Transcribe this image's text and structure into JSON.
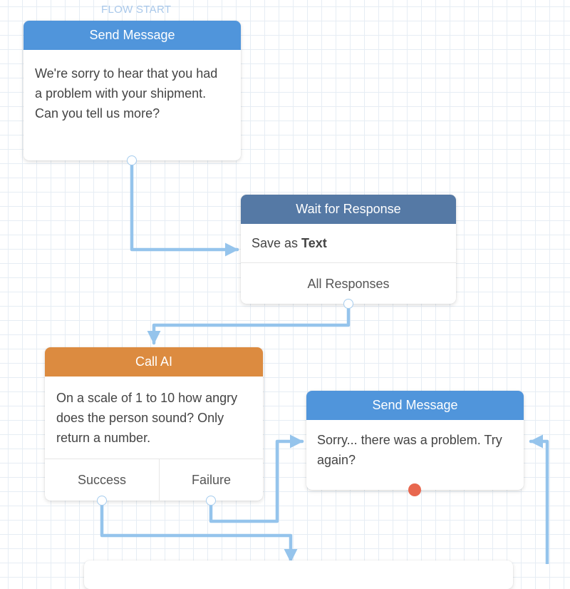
{
  "flow_start_label": "FLOW START",
  "colors": {
    "send_message_header": "#5095db",
    "wait_header": "#5579a5",
    "call_ai_header": "#dc8b40",
    "connector": "#95c4ec",
    "error_dot": "#e8674f",
    "grid": "#e6edf4"
  },
  "nodes": {
    "send_message_1": {
      "title": "Send Message",
      "text": "We're sorry to hear that you had a problem with your shipment. Can you tell us more?"
    },
    "wait_for_response": {
      "title": "Wait for Response",
      "save_prefix": "Save as ",
      "save_type": "Text",
      "exit_label": "All Responses"
    },
    "call_ai": {
      "title": "Call AI",
      "text": "On a scale of 1 to 10 how angry does the person sound? Only return a number.",
      "exit_success": "Success",
      "exit_failure": "Failure"
    },
    "send_message_2": {
      "title": "Send Message",
      "text": "Sorry... there was a problem. Try again?"
    }
  }
}
